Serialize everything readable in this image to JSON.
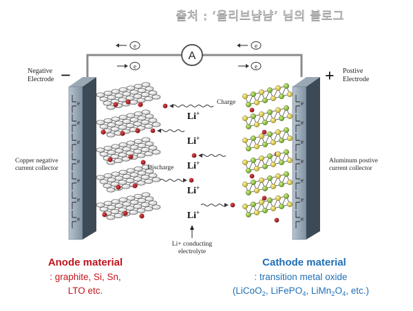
{
  "watermark": "출처 : ‘올리브냠냠’ 님의 블로그",
  "circuit": {
    "ammeter_label": "A",
    "electron_label": "e"
  },
  "negative_electrode": {
    "sign": "−",
    "label_line1": "Negative",
    "label_line2": "Electrode"
  },
  "positive_electrode": {
    "sign": "+",
    "label_line1": "Postive",
    "label_line2": "Electrode"
  },
  "copper_collector": {
    "line1": "Copper negative",
    "line2": "current collector"
  },
  "aluminum_collector": {
    "line1": "Aluminum postive",
    "line2": "current collector"
  },
  "charge_label": "Charge",
  "discharge_label": "Discharge",
  "li_ion": {
    "base": "Li",
    "charge": "+"
  },
  "electrolyte": {
    "line1": "Li+ conducting",
    "line2": "electrolyte"
  },
  "anode": {
    "title": "Anode material",
    "line1": ": graphite, Si, Sn,",
    "line2": "LTO etc."
  },
  "cathode": {
    "title": "Cathode material",
    "line1": ": transition metal oxide",
    "line2_parts": [
      "(LiCoO",
      "2",
      ", LiFePO",
      "4",
      ", LiMn",
      "2",
      "O",
      "4",
      ", etc.)"
    ]
  },
  "colors": {
    "anode_title": "#c0141c",
    "cathode_title": "#1f6fb5",
    "wire": "#8a8a8a",
    "collector_face": "#8ea0b0",
    "collector_side": "#3d4a55",
    "li_dot": "#a31d22",
    "cathode_green": "#8cc43c",
    "cathode_yellow": "#e2d23a"
  }
}
